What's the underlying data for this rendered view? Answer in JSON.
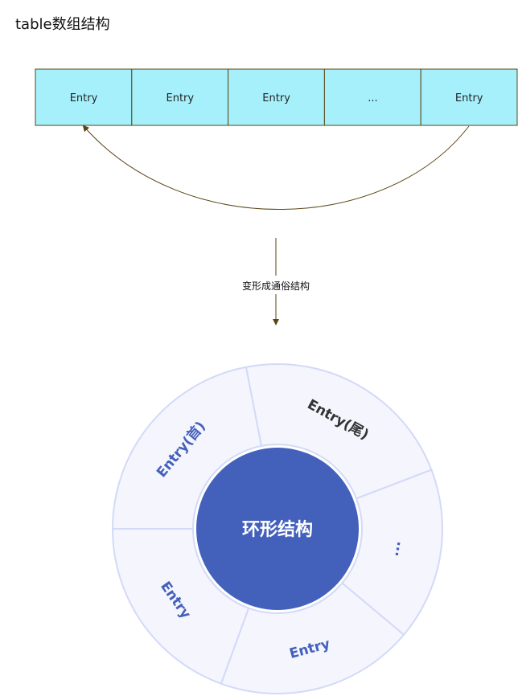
{
  "title": "table数组结构",
  "table": {
    "cells": [
      "Entry",
      "Entry",
      "Entry",
      "...",
      "Entry"
    ]
  },
  "transform_label": "变形成通俗结构",
  "ring": {
    "center_label": "环形结构",
    "segments": [
      {
        "label": "Entry(尾)",
        "start_deg": -101,
        "end_deg": -21,
        "dark": true
      },
      {
        "label": "...",
        "start_deg": -21,
        "end_deg": 40,
        "dark": false
      },
      {
        "label": "Entry",
        "start_deg": 40,
        "end_deg": 110,
        "dark": false
      },
      {
        "label": "Entry",
        "start_deg": 110,
        "end_deg": 180,
        "dark": false
      },
      {
        "label": "Entry(首)",
        "start_deg": 180,
        "end_deg": 259,
        "dark": false
      }
    ]
  },
  "colors": {
    "cell_fill": "#a6f0fb",
    "cell_border": "#5a4512",
    "arrow": "#5a4512",
    "segment_fill": "#f5f5fe",
    "segment_stroke": "#d2daf7",
    "center_fill": "#4360bb",
    "label_blue": "#4360bb",
    "label_dark": "#333333"
  }
}
